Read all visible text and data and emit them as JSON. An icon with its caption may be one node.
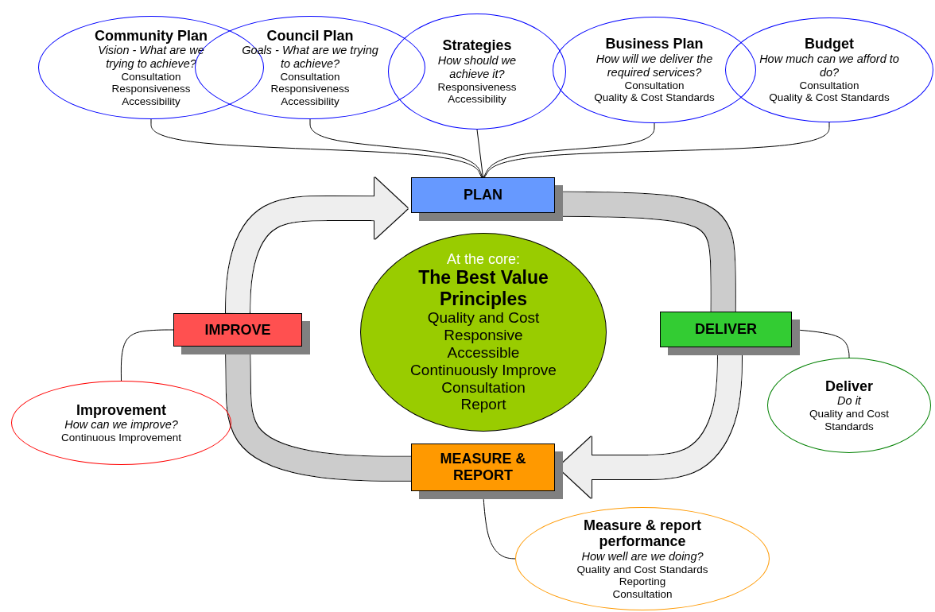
{
  "diagram": {
    "nodes": [
      {
        "text": [
          "Community Plan",
          "Vision - What are we trying to achieve?",
          "Consultation",
          "Responsiveness",
          "Accessibility"
        ]
      },
      {
        "text": [
          "Council Plan",
          "Goals - What are we trying to achieve?",
          "Consultation",
          "Responsiveness",
          "Accessibility"
        ]
      },
      {
        "text": [
          "Strategies",
          "How should we achieve it?",
          "Responsiveness",
          "Accessibility"
        ]
      },
      {
        "text": [
          "Business Plan",
          "How will we deliver the required services?",
          "Consultation",
          "Quality & Cost Standards"
        ]
      },
      {
        "text": [
          "Budget",
          "How much can we afford to do?",
          "Consultation",
          "Quality & Cost Standards"
        ]
      },
      {
        "text": [
          "PLAN"
        ]
      },
      {
        "text": [
          "At the core:",
          "The Best Value Principles",
          "Quality and Cost",
          "Responsive",
          "Accessible",
          "Continuously Improve",
          "Consultation",
          "Report"
        ]
      },
      {
        "text": [
          "IMPROVE"
        ]
      },
      {
        "text": [
          "DELIVER"
        ]
      },
      {
        "text": [
          "MEASURE & REPORT"
        ]
      },
      {
        "text": [
          "Improvement",
          "How can we improve?",
          "Continuous Improvement"
        ]
      },
      {
        "text": [
          "Deliver",
          "Do it",
          "Quality and Cost Standards"
        ]
      },
      {
        "text": [
          "Measure & report performance",
          "How well are we doing?",
          "Quality and Cost Standards",
          "Reporting",
          "Consultation"
        ]
      }
    ],
    "edges": [
      {
        "from": 0,
        "to": 5,
        "arrow": "none"
      },
      {
        "from": 1,
        "to": 5,
        "arrow": "none"
      },
      {
        "from": 2,
        "to": 5,
        "arrow": "none"
      },
      {
        "from": 3,
        "to": 5,
        "arrow": "none"
      },
      {
        "from": 4,
        "to": 5,
        "arrow": "none"
      },
      {
        "from": 7,
        "to": 5,
        "arrow": "to",
        "style": "thick",
        "color": "#eeeeee"
      },
      {
        "from": 5,
        "to": 8,
        "arrow": "none",
        "style": "thick",
        "color": "#cccccc"
      },
      {
        "from": 8,
        "to": 9,
        "arrow": "to",
        "style": "thick",
        "color": "#eeeeee"
      },
      {
        "from": 9,
        "to": 7,
        "arrow": "none",
        "style": "thick",
        "color": "#cccccc"
      },
      {
        "from": 10,
        "to": 7,
        "arrow": "none"
      },
      {
        "from": 8,
        "to": 11,
        "arrow": "none"
      },
      {
        "from": 9,
        "to": 12,
        "arrow": "none"
      }
    ]
  }
}
